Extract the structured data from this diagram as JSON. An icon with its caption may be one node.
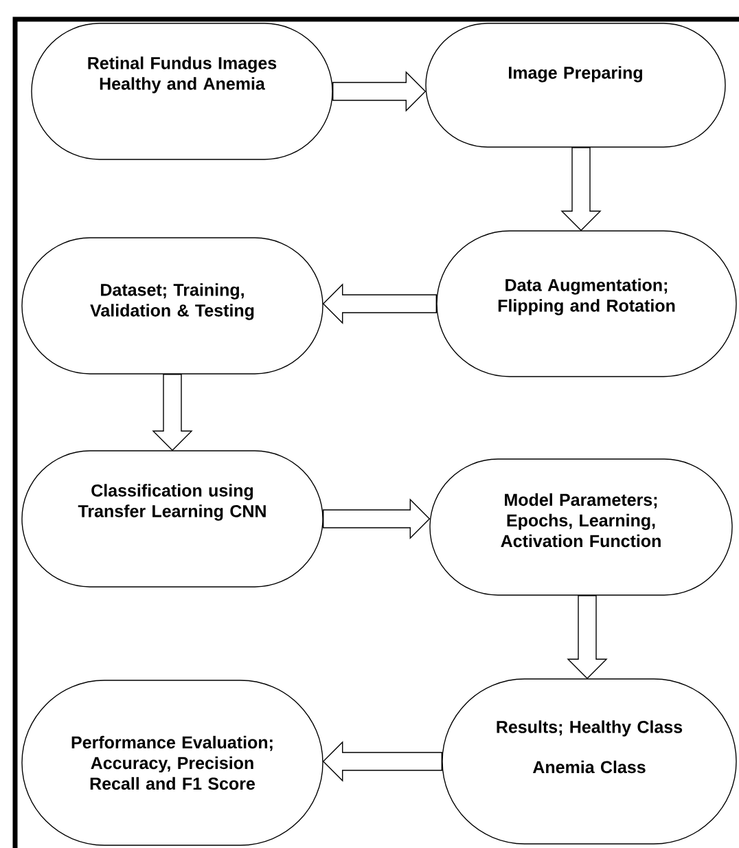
{
  "diagram": {
    "nodes": [
      {
        "text": [
          "Retinal Fundus Images Healthy and Anemia"
        ]
      },
      {
        "text": [
          "Image Preparing"
        ]
      },
      {
        "text": [
          "Data Augmentation; Flipping and Rotation"
        ]
      },
      {
        "text": [
          "Dataset; Training, Validation & Testing"
        ]
      },
      {
        "text": [
          "Classification using Transfer Learning CNN"
        ]
      },
      {
        "text": [
          "Model Parameters; Epochs, Learning, Activation Function"
        ]
      },
      {
        "text": [
          "Results; Healthy Class",
          "Anemia Class"
        ]
      },
      {
        "text": [
          "Performance Evaluation; Accuracy, Precision Recall and F1 Score"
        ]
      }
    ],
    "edges": [
      {
        "from": 0,
        "to": 1,
        "arrow": "to"
      },
      {
        "from": 1,
        "to": 2,
        "arrow": "to"
      },
      {
        "from": 2,
        "to": 3,
        "arrow": "to"
      },
      {
        "from": 3,
        "to": 4,
        "arrow": "to"
      },
      {
        "from": 4,
        "to": 5,
        "arrow": "to"
      },
      {
        "from": 5,
        "to": 6,
        "arrow": "to"
      },
      {
        "from": 6,
        "to": 7,
        "arrow": "to"
      }
    ]
  }
}
